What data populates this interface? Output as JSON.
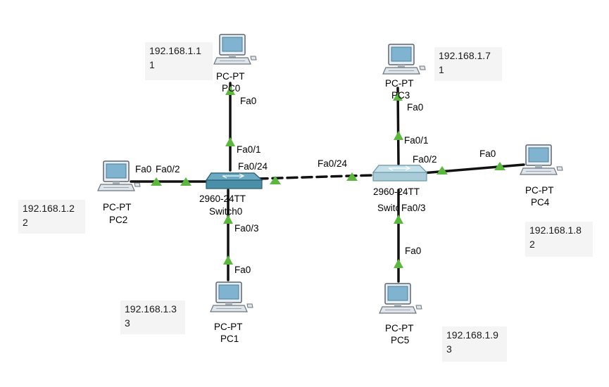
{
  "devices": {
    "pc0": {
      "type": "PC-PT",
      "name": "PC0"
    },
    "pc1": {
      "type": "PC-PT",
      "name": "PC1"
    },
    "pc2": {
      "type": "PC-PT",
      "name": "PC2"
    },
    "pc3": {
      "type": "PC-PT",
      "name": "PC3"
    },
    "pc4": {
      "type": "PC-PT",
      "name": "PC4"
    },
    "pc5": {
      "type": "PC-PT",
      "name": "PC5"
    },
    "switch0": {
      "model": "2960-24TT",
      "name": "Switch0"
    },
    "switch1": {
      "model": "2960-24TT",
      "name": "Switch1"
    }
  },
  "notes": {
    "pc0": [
      "192.168.1.1",
      "1"
    ],
    "pc3": [
      "192.168.1.7",
      "1"
    ],
    "pc2": [
      "192.168.1.2",
      "2"
    ],
    "pc4": [
      "192.168.1.8",
      "2"
    ],
    "pc1": [
      "192.168.1.3",
      "3"
    ],
    "pc5": [
      "192.168.1.9",
      "3"
    ]
  },
  "ports": {
    "pc0_port": "Fa0",
    "sw0_to_pc0": "Fa0/1",
    "pc2_port": "Fa0",
    "sw0_to_pc2": "Fa0/2",
    "sw0_uplink": "Fa0/24",
    "sw0_to_pc1": "Fa0/3",
    "pc1_port": "Fa0",
    "sw1_uplink": "Fa0/24",
    "pc3_port": "Fa0",
    "sw1_to_pc3": "Fa0/1",
    "sw1_to_pc4": "Fa0/2",
    "pc4_port": "Fa0",
    "sw1_to_pc5": "Fa0/3",
    "pc5_port": "Fa0"
  },
  "colors": {
    "link": "#111111",
    "link_up_marker": "#5cb83c",
    "note_bg": "#f4f4f4",
    "switch0": "#4a8fa8",
    "switch1": "#a8ccd8"
  }
}
